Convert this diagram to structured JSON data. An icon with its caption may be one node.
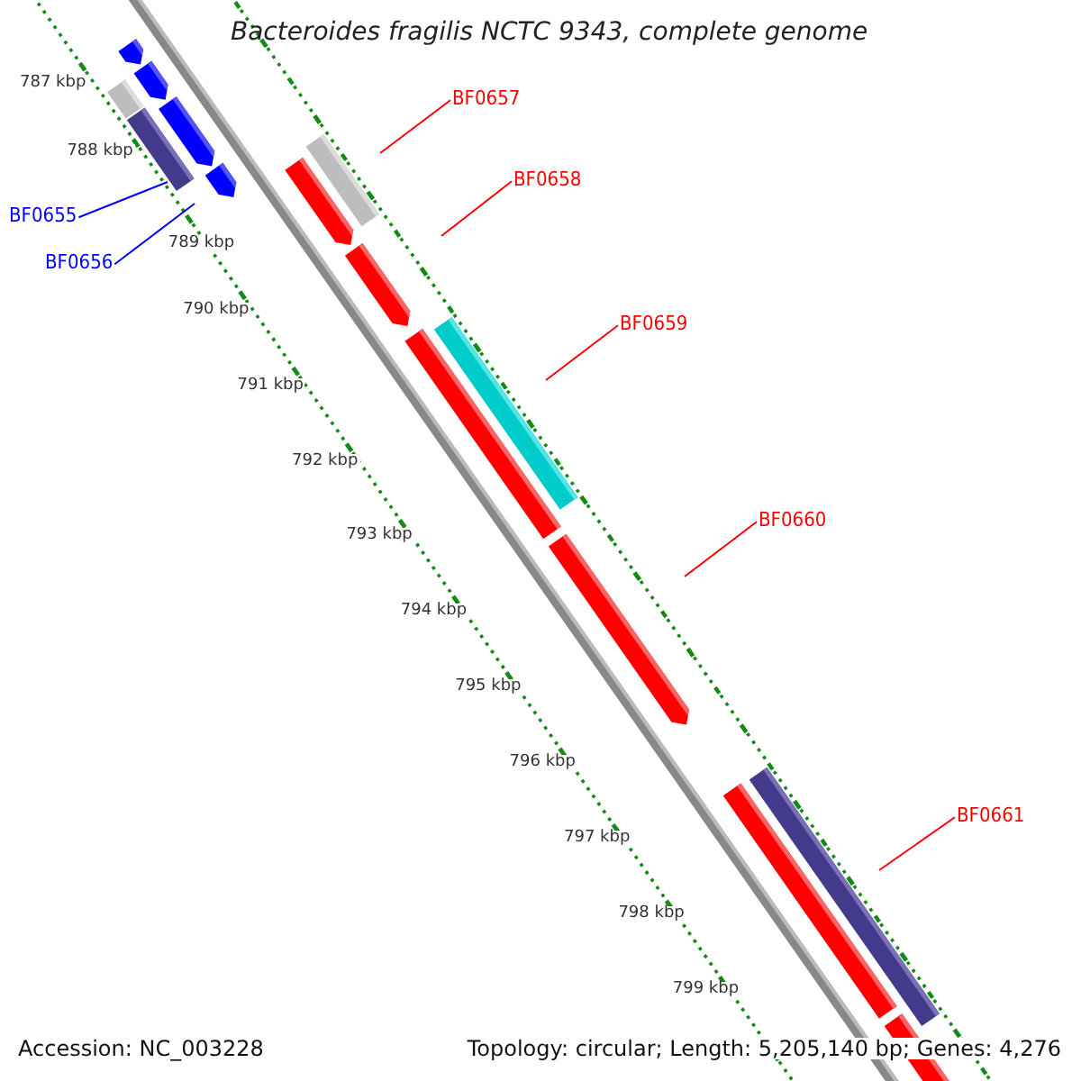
{
  "diagram": {
    "title": "Bacteroides fragilis NCTC 9343, complete genome",
    "nodes": [
      {
        "text": [
          "BF0655"
        ]
      },
      {
        "text": [
          "BF0656"
        ]
      },
      {
        "text": [
          "BF0657"
        ]
      },
      {
        "text": [
          "BF0658"
        ]
      },
      {
        "text": [
          "BF0659"
        ]
      },
      {
        "text": [
          "BF0660"
        ]
      },
      {
        "text": [
          "BF0661"
        ]
      }
    ],
    "edges": [
      {
        "from": 0,
        "to": null,
        "arrow": "none",
        "color": "#0000ff"
      },
      {
        "from": 1,
        "to": null,
        "arrow": "none",
        "color": "#0000ff"
      },
      {
        "from": 2,
        "to": null,
        "arrow": "none"
      },
      {
        "from": 3,
        "to": null,
        "arrow": "none"
      },
      {
        "from": 4,
        "to": null,
        "arrow": "none"
      },
      {
        "from": 5,
        "to": null,
        "arrow": "none"
      },
      {
        "from": 6,
        "to": null,
        "arrow": "none"
      }
    ],
    "labels": [
      "787 kbp",
      "788 kbp",
      "789 kbp",
      "790 kbp",
      "791 kbp",
      "792 kbp",
      "793 kbp",
      "794 kbp",
      "795 kbp",
      "796 kbp",
      "797 kbp",
      "798 kbp",
      "799 kbp",
      "Accession: NC_003228",
      "Topology: circular; Length: 5,205,140 bp; Genes: 4,276"
    ]
  }
}
